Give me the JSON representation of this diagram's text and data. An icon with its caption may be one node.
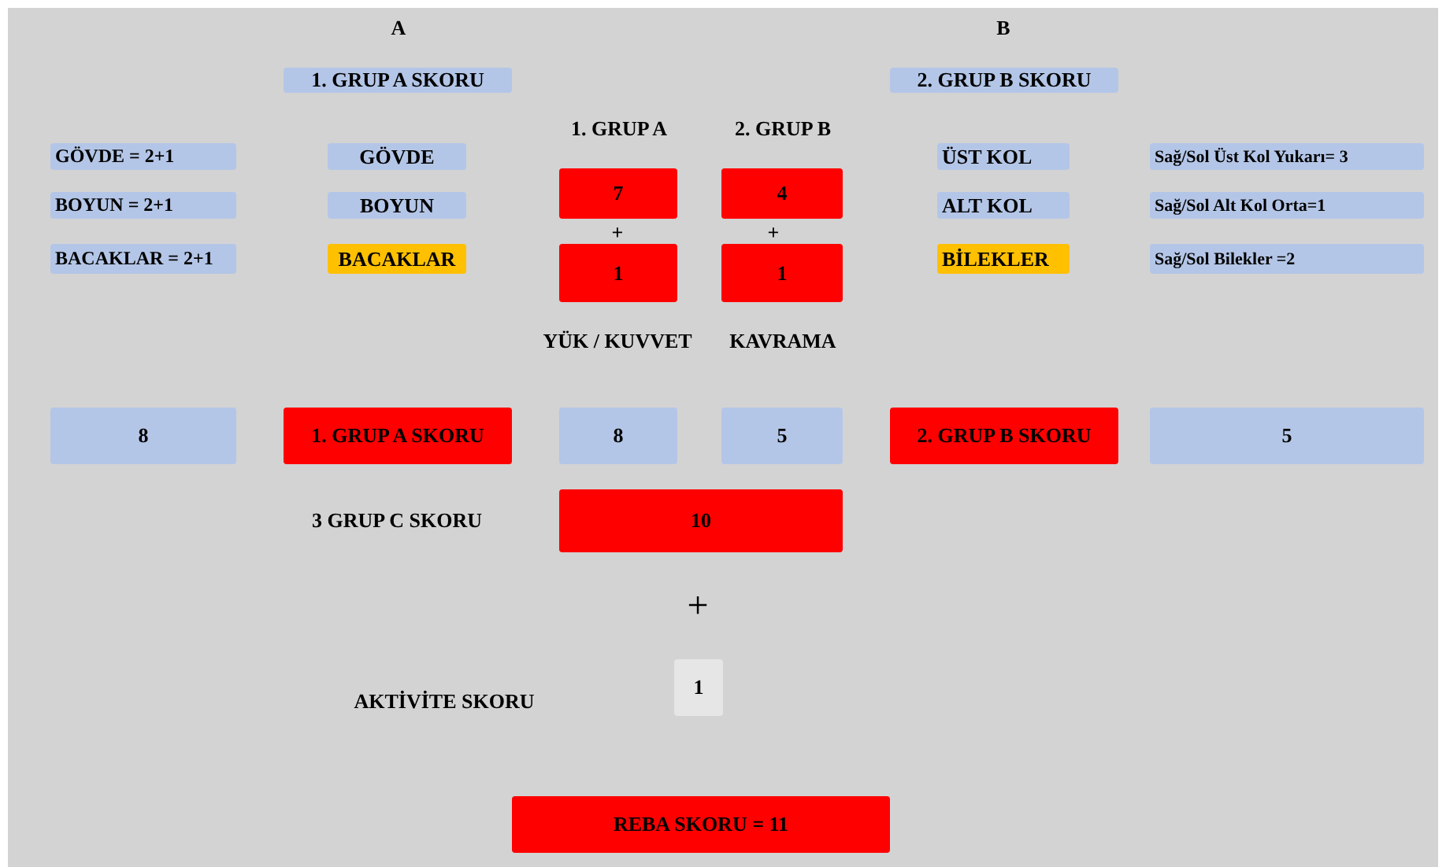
{
  "diagram": {
    "nodes": [
      {
        "text": [
          "1. GRUP A SKORU"
        ]
      },
      {
        "text": [
          "2. GRUP B SKORU"
        ]
      },
      {
        "text": [
          "GÖVDE = 2+1"
        ]
      },
      {
        "text": [
          "GÖVDE"
        ]
      },
      {
        "text": [
          "ÜST KOL"
        ]
      },
      {
        "text": [
          "Sağ/Sol Üst Kol Yukarı= 3"
        ]
      },
      {
        "text": [
          "7"
        ]
      },
      {
        "text": [
          "4"
        ]
      },
      {
        "text": [
          "BOYUN = 2+1"
        ]
      },
      {
        "text": [
          "BOYUN"
        ]
      },
      {
        "text": [
          "ALT KOL"
        ]
      },
      {
        "text": [
          "Sağ/Sol Alt Kol Orta=1"
        ]
      },
      {
        "text": [
          "BACAKLAR = 2+1"
        ]
      },
      {
        "text": [
          "BACAKLAR"
        ]
      },
      {
        "text": [
          "1"
        ]
      },
      {
        "text": [
          "1"
        ]
      },
      {
        "text": [
          "BİLEKLER"
        ]
      },
      {
        "text": [
          "Sağ/Sol Bilekler =2"
        ]
      },
      {
        "text": [
          "8"
        ]
      },
      {
        "text": [
          "1. GRUP A SKORU"
        ]
      },
      {
        "text": [
          "8"
        ]
      },
      {
        "text": [
          "5"
        ]
      },
      {
        "text": [
          "2. GRUP B SKORU"
        ]
      },
      {
        "text": [
          "5"
        ]
      },
      {
        "text": [
          "10"
        ]
      },
      {
        "text": [
          "1"
        ]
      },
      {
        "text": [
          "REBA SKORU = 11"
        ]
      }
    ],
    "labels": [
      "A",
      "B",
      "1. GRUP A",
      "2. GRUP B",
      "+",
      "+",
      "YÜK / KUVVET",
      "KAVRAMA",
      "3 GRUP C SKORU",
      "+",
      "AKTİVİTE SKORU"
    ]
  }
}
